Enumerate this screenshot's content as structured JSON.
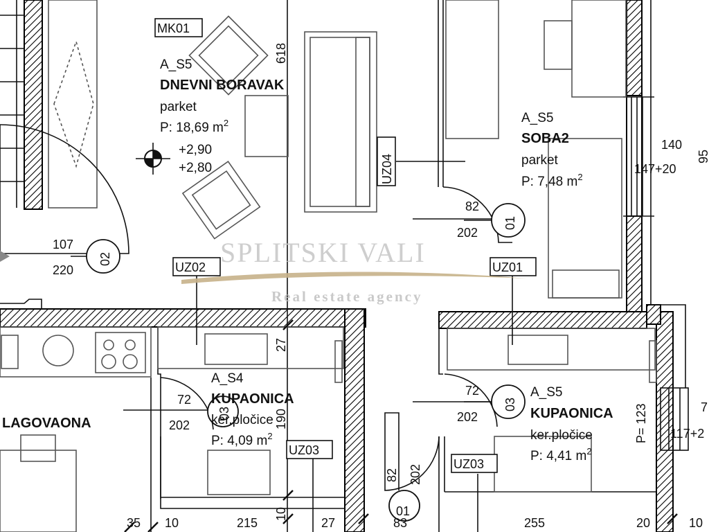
{
  "watermark": {
    "title": "SPLITSKI VALI",
    "subtitle": "Real estate agency",
    "swoosh_color": "#c7b28a"
  },
  "colors": {
    "wall_hatch": "#000000",
    "line": "#111111",
    "furniture": "#555555"
  },
  "rooms": {
    "living": {
      "code": "A_S5",
      "name": "DNEVNI BORAVAK",
      "floor": "parket",
      "area": "P: 18,69 m",
      "area_sup": "2"
    },
    "room2": {
      "code": "A_S5",
      "name": "SOBA2",
      "floor": "parket",
      "area": "P: 7,48 m",
      "area_sup": "2"
    },
    "bath1": {
      "code": "A_S4",
      "name": "KUPAONICA",
      "floor": "ker.pločice",
      "area": "P: 4,09 m",
      "area_sup": "2"
    },
    "bath2": {
      "code": "A_S5",
      "name": "KUPAONICA",
      "floor": "ker.pločice",
      "area": "P: 4,41 m",
      "area_sup": "2"
    },
    "dining": {
      "name": "LAGOVAONA"
    }
  },
  "tags": {
    "mk01": "MK01",
    "uz04": "UZ04",
    "uz02": "UZ02",
    "uz01": "UZ01",
    "uz03_a": "UZ03",
    "uz03_b": "UZ03"
  },
  "levels": {
    "upper": "+2,90",
    "lower": "+2,80"
  },
  "doors": {
    "d02": {
      "num": "02",
      "width": "107",
      "height": "220"
    },
    "d01_room": {
      "num": "01",
      "width": "82",
      "height": "202"
    },
    "d03_bath1": {
      "num": "03",
      "width": "72",
      "height": "202"
    },
    "d03_bath2": {
      "num": "03",
      "width": "72",
      "height": "202"
    },
    "d01_bottom": {
      "num": "01",
      "width": "82",
      "height": "202"
    }
  },
  "dimensions": {
    "d618": "618",
    "d140": "140",
    "d147": "147+20",
    "d95": "95",
    "d27_top": "27",
    "d190": "190",
    "d123": "P= 123",
    "d7": "7",
    "d117": "117+2",
    "b35": "35",
    "b10a": "10",
    "b215": "215",
    "b10b": "10",
    "b27": "27",
    "b83": "83",
    "b255": "255",
    "b20": "20",
    "b10c": "10"
  }
}
